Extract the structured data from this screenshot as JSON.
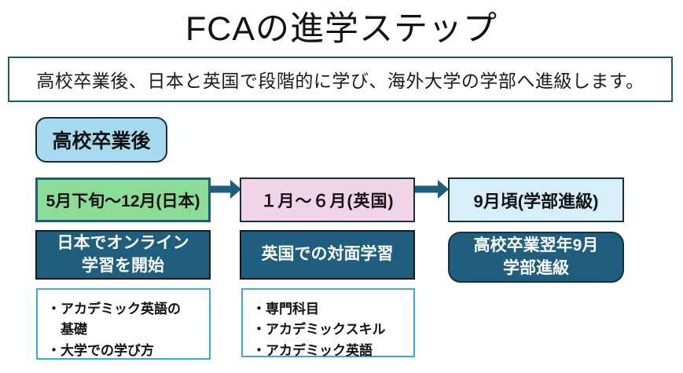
{
  "title": "FCAの進学ステップ",
  "subtitle": "高校卒業後、日本と英国で段階的に学び、海外大学の学部へ進級します。",
  "start_badge": "高校卒業後",
  "steps": [
    {
      "period": "5月下旬～12月(日本)",
      "phase_lines": [
        "日本でオンライン",
        "学習を開始"
      ],
      "details": [
        "・アカデミック英語の",
        "　基礎",
        "・大学での学び方"
      ]
    },
    {
      "period": "１月～６月(英国)",
      "phase_lines": [
        "英国での対面学習"
      ],
      "details": [
        "・専門科目",
        "・アカデミックスキル",
        "・アカデミック英語"
      ]
    },
    {
      "period": "9月頃(学部進級)",
      "phase_lines": [
        "高校卒業翌年9月",
        "学部進級"
      ],
      "details": []
    }
  ],
  "colors": {
    "dark_teal": "#1F5E7E",
    "green": "#8CDB96",
    "pink": "#F2D4E9",
    "light_blue": "#D6EFFA",
    "badge_blue": "#A5DAEF",
    "detail_border": "#3FA9CB",
    "subtitle_border": "#1E5A6A",
    "arrow": "#1F5E7E"
  }
}
